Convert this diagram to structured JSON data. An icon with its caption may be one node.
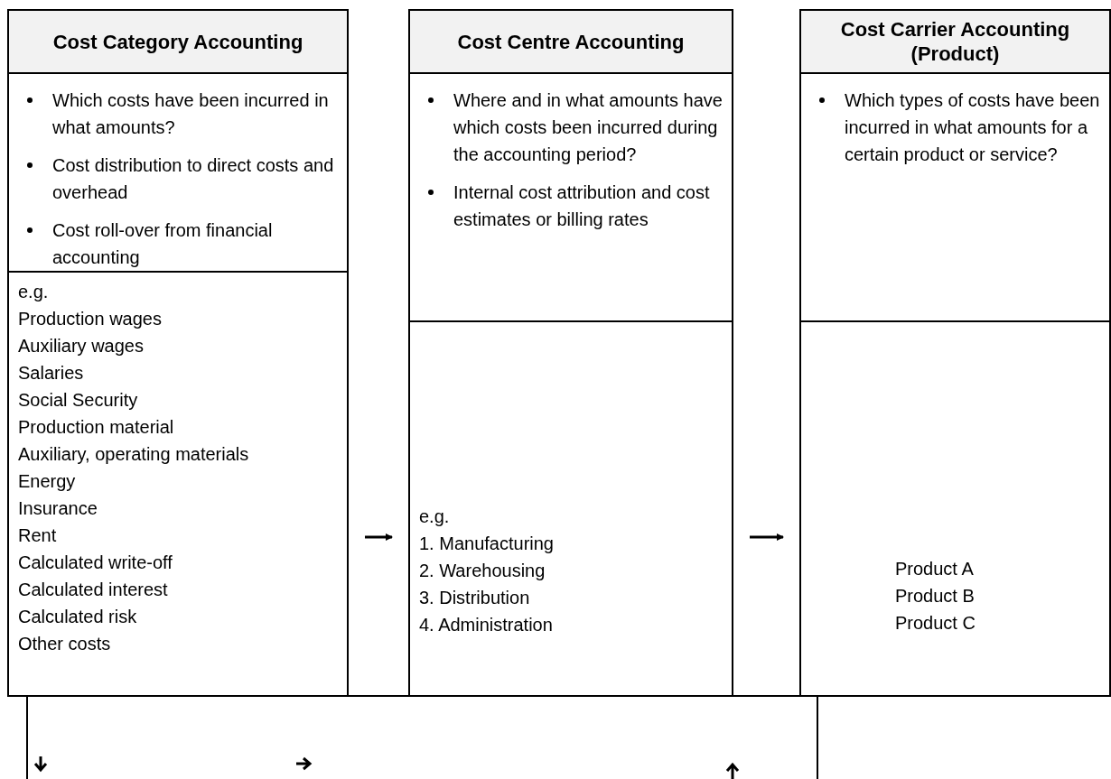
{
  "diagram": {
    "nodes": [
      {
        "text": [
          "Cost Category Accounting"
        ]
      },
      {
        "text": [
          "Which costs have been incurred in what amounts?",
          "Cost distribution to direct costs and overhead",
          "Cost roll-over from financial accounting"
        ]
      },
      {
        "text": [
          "e.g.",
          "Production wages",
          "Auxiliary wages",
          "Salaries",
          "Social Security",
          "Production material",
          "Auxiliary, operating materials",
          "Energy",
          "Insurance",
          "Rent",
          "Calculated write-off",
          "Calculated interest",
          "Calculated risk",
          "Other costs"
        ]
      },
      {
        "text": [
          "Cost Centre Accounting"
        ]
      },
      {
        "text": [
          "Where and in what amounts have which costs been incurred during the accounting period?",
          "Internal cost attribution and cost estimates or billing rates"
        ]
      },
      {
        "text": [
          "e.g.",
          "1. Manufacturing",
          "2. Warehousing",
          "3. Distribution",
          "4. Administration"
        ]
      },
      {
        "text": [
          "Cost Carrier Accounting (Product)"
        ]
      },
      {
        "text": [
          "Which types of costs have been incurred in what amounts for a certain product or service?"
        ]
      },
      {
        "text": [
          "Product A",
          "Product B",
          "Product C"
        ]
      }
    ],
    "edges": [
      {
        "from": 2,
        "to": 5,
        "arrow": "to"
      },
      {
        "from": 5,
        "to": 8,
        "arrow": "to"
      }
    ]
  }
}
